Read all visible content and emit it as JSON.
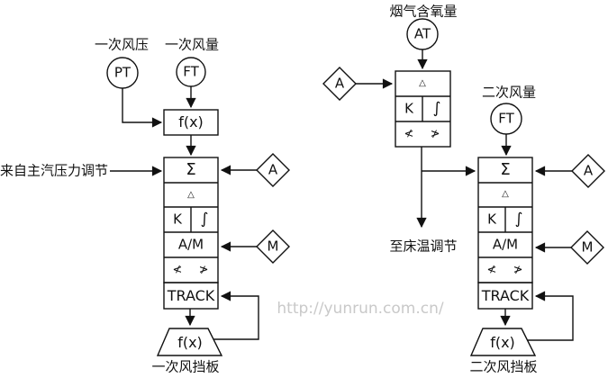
{
  "watermark": "http://yunrun.com.cn/",
  "colors": {
    "line": "#111111",
    "text": "#111111",
    "watermark": "#c9c9c9"
  },
  "left_chain": {
    "pressure_label": "一次风压",
    "pressure_transmitter": "PT",
    "flow_label": "一次风量",
    "flow_transmitter": "FT",
    "function_block": "f(x)",
    "external_input_label": "来自主汽压力调节",
    "sum": "Σ",
    "deviation": "△",
    "gain": "K",
    "integral": "∫",
    "auto_manual": "A/M",
    "rate_limiter": "≮ ≯",
    "track": "TRACK",
    "auto_flag": "A",
    "manual_flag": "M",
    "damper_function": "f(x)",
    "damper_label": "一次风挡板"
  },
  "oxygen_chain": {
    "label": "烟气含氧量",
    "analyzer_transmitter": "AT",
    "deviation": "△",
    "gain": "K",
    "integral": "∫",
    "rate_limiter": "≮ ≯",
    "auto_flag": "A",
    "output_label": "至床温调节"
  },
  "right_chain": {
    "flow_label": "二次风量",
    "flow_transmitter": "FT",
    "sum": "Σ",
    "deviation": "△",
    "gain": "K",
    "integral": "∫",
    "auto_manual": "A/M",
    "rate_limiter": "≮ ≯",
    "track": "TRACK",
    "auto_flag": "A",
    "manual_flag": "M",
    "damper_function": "f(x)",
    "damper_label": "二次风挡板"
  }
}
